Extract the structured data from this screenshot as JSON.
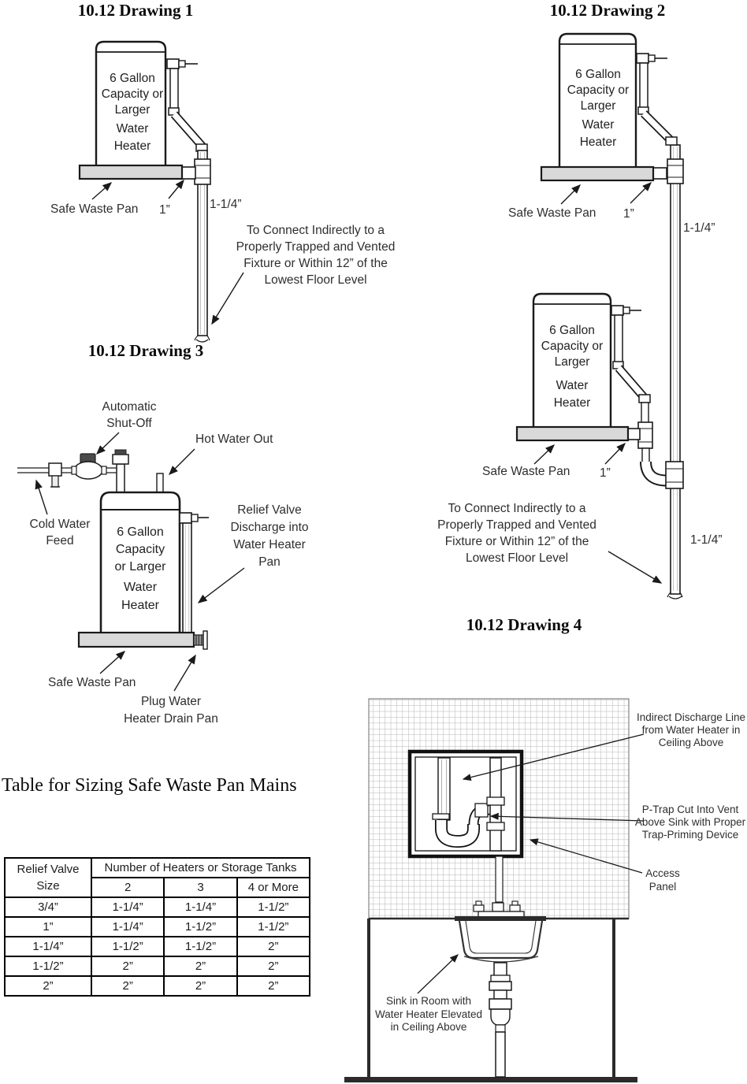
{
  "titles": {
    "d1": "10.12 Drawing 1",
    "d2": "10.12 Drawing 2",
    "d3": "10.12 Drawing 3",
    "d4": "10.12 Drawing 4"
  },
  "tank_label": {
    "l1": "6 Gallon",
    "l2": "Capacity or",
    "l3": "Larger",
    "l4": "Water",
    "l5": "Heater"
  },
  "tank_label_d3": {
    "l1": "6 Gallon",
    "l2": "Capacity",
    "l3": "or Larger",
    "l4": "Water",
    "l5": "Heater"
  },
  "labels": {
    "safe_waste_pan": "Safe Waste Pan",
    "size_1in": "1”",
    "size_1_14in": "1-1/4”",
    "connect_note": {
      "l1": "To Connect Indirectly to a",
      "l2": "Properly Trapped and Vented",
      "l3": "Fixture or Within 12” of the",
      "l4": "Lowest Floor Level"
    },
    "automatic": {
      "l1": "Automatic",
      "l2": "Shut-Off"
    },
    "hot_water_out": "Hot Water Out",
    "cold_water": {
      "l1": "Cold Water",
      "l2": "Feed"
    },
    "relief": {
      "l1": "Relief Valve",
      "l2": "Discharge into",
      "l3": "Water Heater",
      "l4": "Pan"
    },
    "plug": {
      "l1": "Plug Water",
      "l2": "Heater Drain Pan"
    },
    "indirect": {
      "l1": "Indirect Discharge Line",
      "l2": "from Water Heater in",
      "l3": "Ceiling Above"
    },
    "ptrap": {
      "l1": "P-Trap Cut Into Vent",
      "l2": "Above Sink with Proper",
      "l3": "Trap-Priming Device"
    },
    "access": {
      "l1": "Access",
      "l2": "Panel"
    },
    "sink": {
      "l1": "Sink in Room with",
      "l2": "Water Heater Elevated",
      "l3": "in Ceiling Above"
    }
  },
  "table": {
    "title": "Table for Sizing Safe Waste Pan Mains",
    "col1_header": {
      "l1": "Relief Valve",
      "l2": "Size"
    },
    "span_header": "Number of Heaters or Storage Tanks",
    "subheaders": [
      "2",
      "3",
      "4 or More"
    ],
    "rows": [
      [
        "3/4”",
        "1-1/4”",
        "1-1/4”",
        "1-1/2”"
      ],
      [
        "1”",
        "1-1/4”",
        "1-1/2”",
        "1-1/2”"
      ],
      [
        "1-1/4”",
        "1-1/2”",
        "1-1/2”",
        "2”"
      ],
      [
        "1-1/2”",
        "2”",
        "2”",
        "2”"
      ],
      [
        "2”",
        "2”",
        "2”",
        "2”"
      ]
    ]
  },
  "colors": {
    "pan_gray": "#d9d9d9",
    "line": "#1a1a1a",
    "grid_line": "#b4b4b4"
  }
}
